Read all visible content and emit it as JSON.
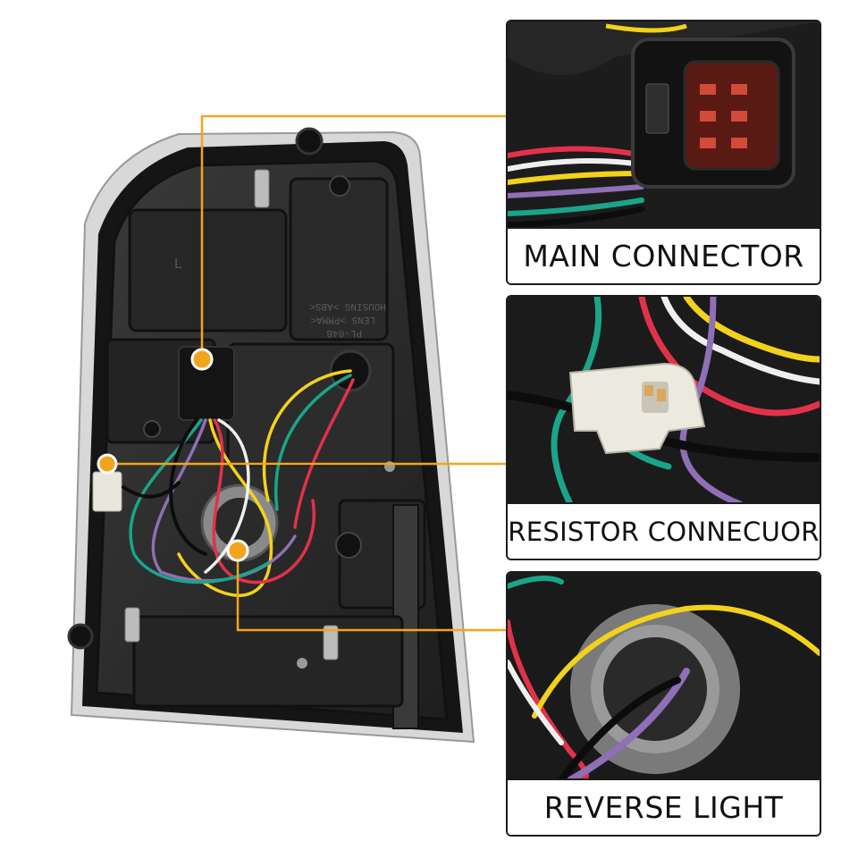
{
  "callouts": [
    {
      "label": "MAIN CONNECTOR"
    },
    {
      "label": "RESISTOR CONNECUOR"
    },
    {
      "label": "REVERSE LIGHT"
    }
  ],
  "housing_markings": {
    "left_mark": "L",
    "part_code": "PL-04B",
    "lens_line": "LENS >PMMA<",
    "housing_line": "HOUSING >ABS<"
  },
  "colors": {
    "leader_line": "#f2a51c",
    "housing": "#2b2b2b",
    "wire_yellow": "#f3d21b",
    "wire_purple": "#8f6fb5",
    "wire_red": "#e2324a",
    "wire_teal": "#1aa58a",
    "wire_white": "#efefef"
  }
}
